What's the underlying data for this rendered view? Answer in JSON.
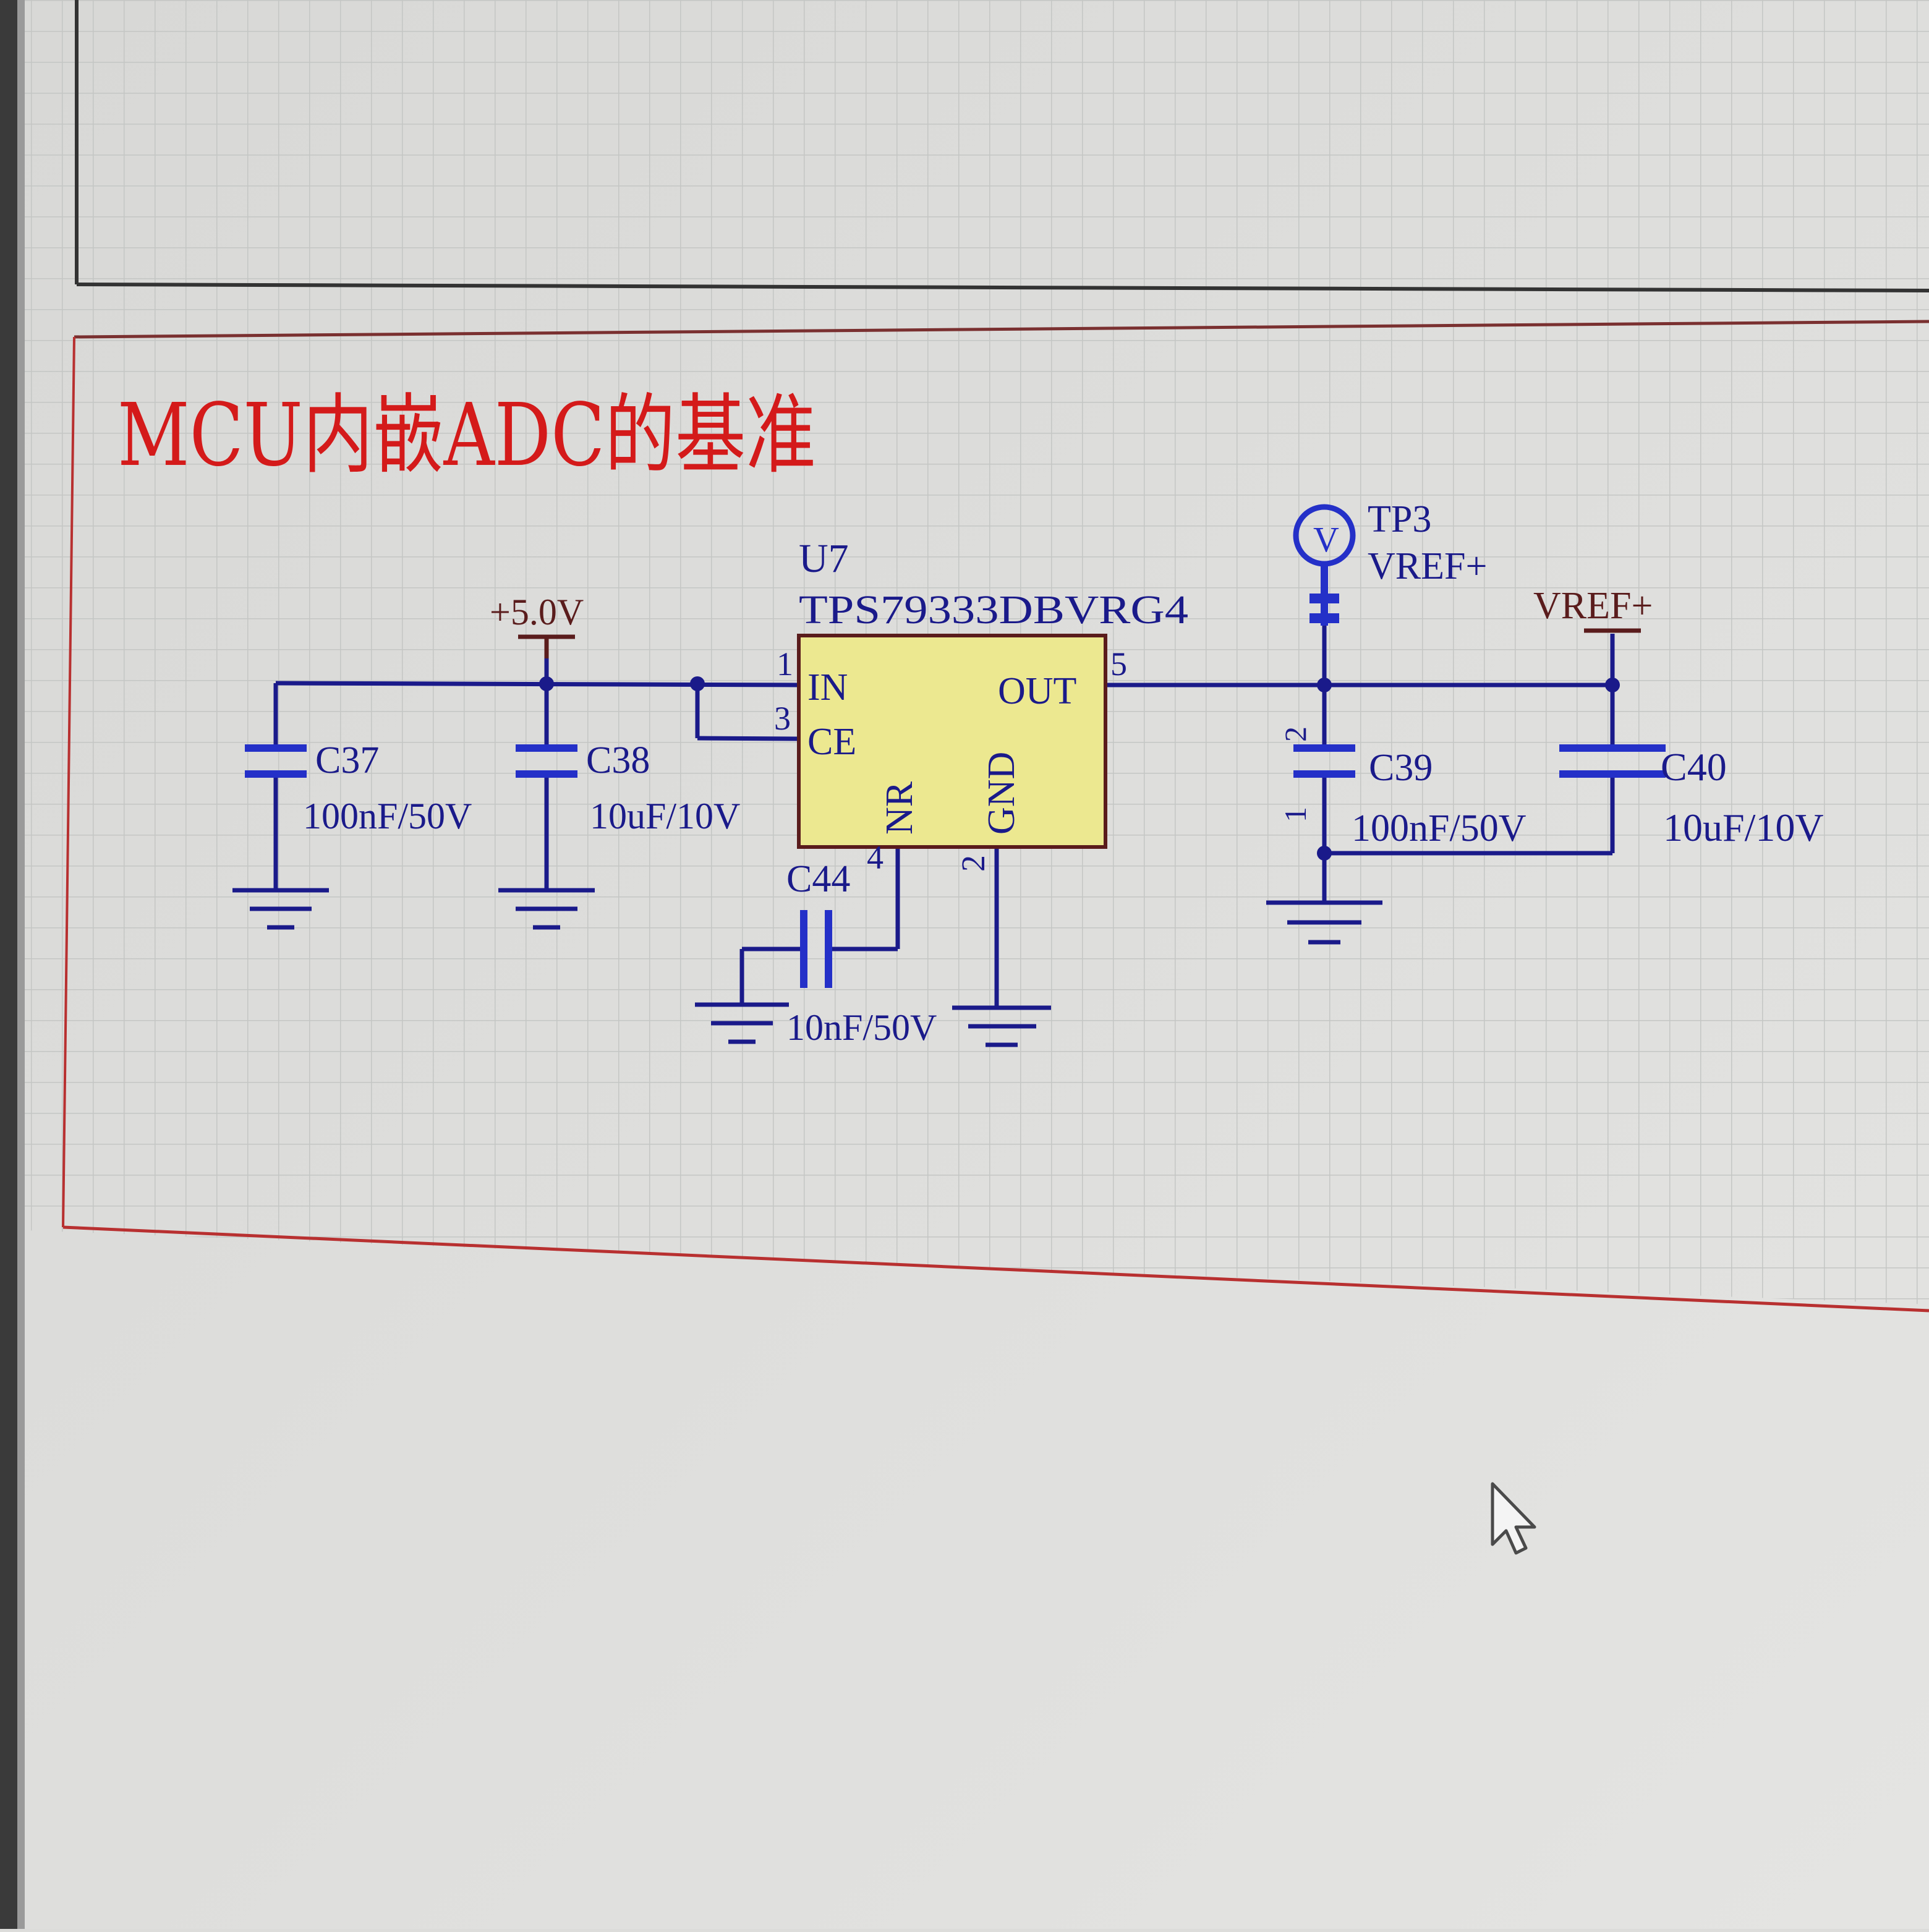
{
  "sheet": {
    "title": "MCU内嵌ADC的基准",
    "colors": {
      "background": "#dcdcda",
      "grid": "#c4c6c4",
      "wire": "#1a1a8a",
      "capacitor": "#2430c8",
      "power_port": "#5a1c1c",
      "title": "#d41a1a",
      "border_red": "#b83030",
      "component_fill": "#ece890",
      "component_border": "#5a1c1c"
    }
  },
  "regulator": {
    "designator": "U7",
    "part_number": "TPS79333DBVRG4",
    "pins": {
      "in": {
        "number": "1",
        "name": "IN"
      },
      "ce": {
        "number": "3",
        "name": "CE"
      },
      "out": {
        "number": "5",
        "name": "OUT"
      },
      "nr": {
        "number": "4",
        "name": "NR"
      },
      "gnd": {
        "number": "2",
        "name": "GND"
      }
    }
  },
  "power": {
    "input_net": "+5.0V",
    "output_net": "VREF+"
  },
  "test_point": {
    "designator": "TP3",
    "net": "VREF+",
    "symbol": "V"
  },
  "capacitors": [
    {
      "designator": "C37",
      "value": "100nF/50V"
    },
    {
      "designator": "C38",
      "value": "10uF/10V"
    },
    {
      "designator": "C44",
      "value": "10nF/50V"
    },
    {
      "designator": "C39",
      "value": "100nF/50V",
      "pin_top": "2",
      "pin_bottom": "1"
    },
    {
      "designator": "C40",
      "value": "10uF/10V"
    }
  ],
  "cursor": {
    "icon": "arrow-cursor-icon"
  }
}
